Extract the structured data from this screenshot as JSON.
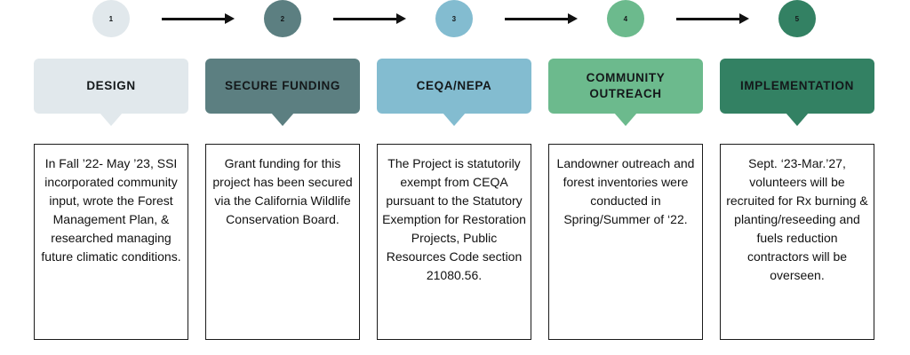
{
  "diagram": {
    "type": "process-timeline",
    "background": "#ffffff",
    "arrow_color": "#111111",
    "text_color": "#14181a",
    "steps": [
      {
        "number": "1",
        "color": "#e1e8ec",
        "title": "DESIGN",
        "description": "In Fall ’22- May ’23, SSI incorporated community input, wrote the Forest Management Plan, & researched managing future climatic conditions."
      },
      {
        "number": "2",
        "color": "#5c7f81",
        "title": "SECURE FUNDING",
        "description": "Grant funding for this project has been secured via the California Wildlife Conservation Board."
      },
      {
        "number": "3",
        "color": "#83bcd0",
        "title": "CEQA/NEPA",
        "description": "The Project is statutorily exempt from CEQA pursuant to the Statutory Exemption for Restoration Projects, Public Resources Code section 21080.56."
      },
      {
        "number": "4",
        "color": "#6cba8d",
        "title": "COMMUNITY OUTREACH",
        "description": "Landowner outreach and forest inventories were conducted in Spring/Summer of ‘22."
      },
      {
        "number": "5",
        "color": "#338163",
        "title": "IMPLEMENTATION",
        "description": "Sept. ‘23-Mar.’27, volunteers will be recruited for Rx burning & planting/reseeding and fuels reduction contractors will be overseen."
      }
    ]
  }
}
